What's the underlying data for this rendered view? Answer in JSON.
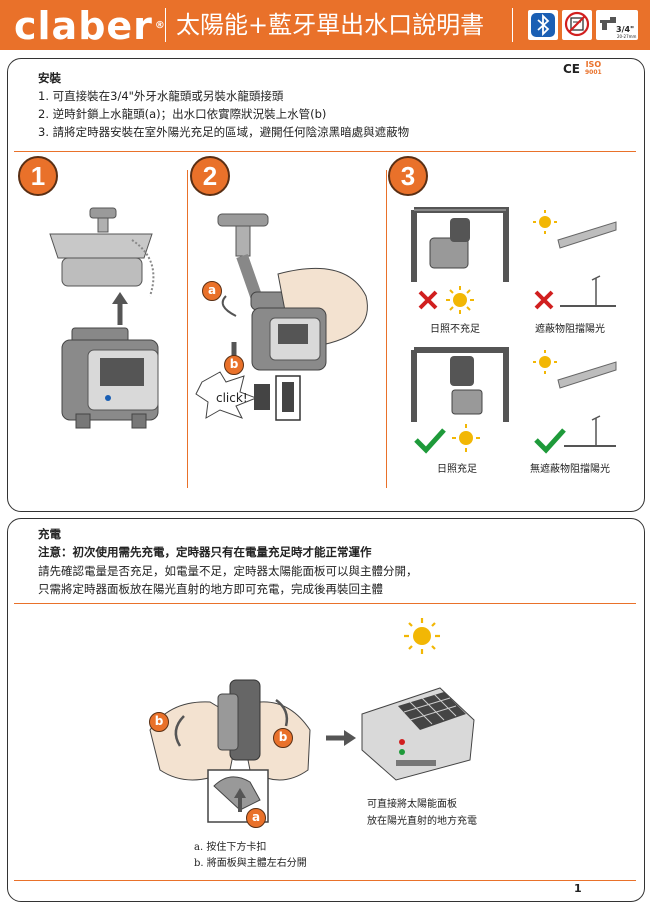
{
  "header": {
    "brand": "claber",
    "title": "太陽能+藍牙單出水口說明書",
    "icons": [
      "bluetooth-icon",
      "no-drinking-water-icon",
      "faucet-size-icon"
    ],
    "faucet_size": "3/4\"",
    "faucet_mm": "20-27mm"
  },
  "certifications": {
    "ce": "CE",
    "iso": "ISO",
    "iso_sub": "9001"
  },
  "install": {
    "title": "安裝",
    "lines": [
      "1. 可直接裝在3/4\"外牙水龍頭或另裝水龍頭接頭",
      "2. 逆時針鎖上水龍頭(a)；出水口依實際狀況裝上水管(b)",
      "3. 請將定時器安裝在室外陽光充足的區域，避開任何陰涼黑暗處與遮蔽物"
    ],
    "steps": [
      "1",
      "2",
      "3"
    ],
    "labels": {
      "a": "a",
      "b": "b",
      "click": "click!"
    },
    "captions": {
      "no_sun": "日照不充足",
      "blocked": "遮蔽物阻擋陽光",
      "sun_ok": "日照充足",
      "no_block": "無遮蔽物阻擋陽光"
    }
  },
  "charging": {
    "title": "充電",
    "note": "注意：初次使用需先充電，定時器只有在電量充足時才能正常運作",
    "line1": "請先確認電量是否充足，如電量不足，定時器太陽能面板可以與主體分開，",
    "line2": "只需將定時器面板放在陽光直射的地方即可充電，完成後再裝回主體",
    "labels": {
      "a": "a",
      "b": "b"
    },
    "caption_right_1": "可直接將太陽能面板",
    "caption_right_2": "放在陽光直射的地方充電",
    "caption_left_1": "a. 按住下方卡扣",
    "caption_left_2": "b. 將面板與主體左右分開"
  },
  "page_number": "1",
  "colors": {
    "accent": "#e9712a",
    "bluetooth": "#1a5fb4",
    "check": "#1e9a3a",
    "cross": "#d11f1f",
    "sun": "#f2b705"
  }
}
